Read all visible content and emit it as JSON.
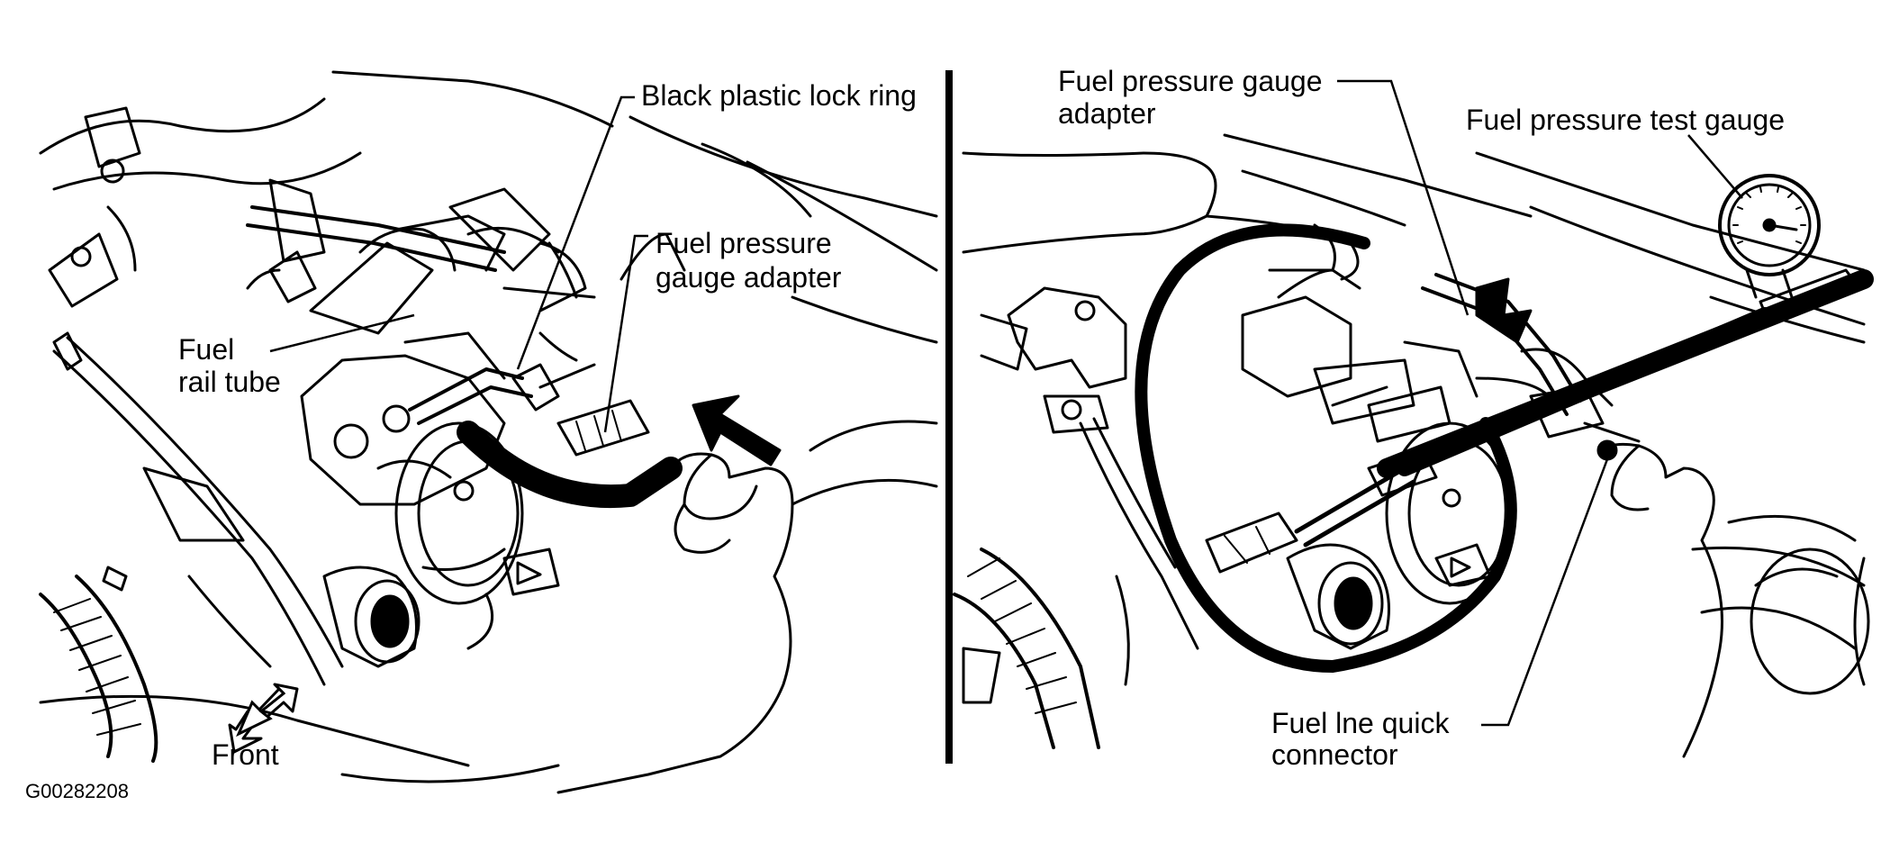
{
  "figure_code": "G00282208",
  "left_panel": {
    "labels": {
      "lock_ring": "Black plastic lock ring",
      "adapter_line1": "Fuel pressure",
      "adapter_line2": "gauge adapter",
      "rail_line1": "Fuel",
      "rail_line2": "rail tube",
      "front": "Front"
    }
  },
  "right_panel": {
    "labels": {
      "adapter_line1": "Fuel pressure gauge",
      "adapter_line2": "adapter",
      "test_gauge": "Fuel pressure test gauge",
      "connector_line1": "Fuel lne quick",
      "connector_line2": "connector"
    }
  },
  "colors": {
    "ink": "#000000",
    "paper": "#ffffff"
  }
}
